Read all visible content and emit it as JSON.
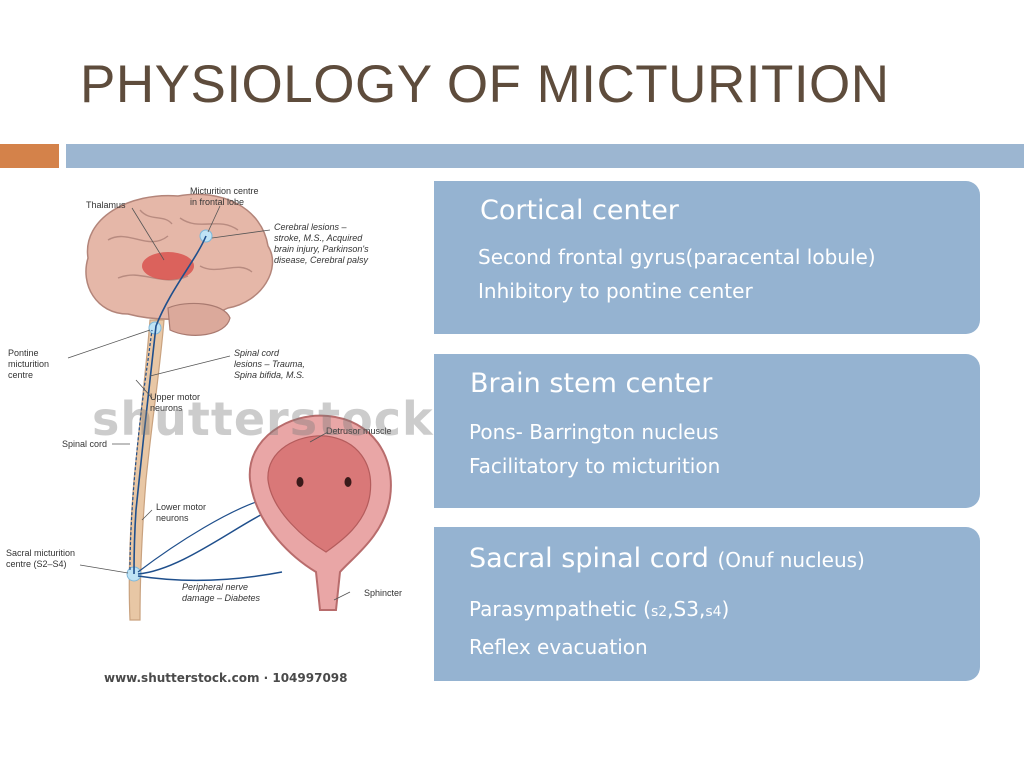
{
  "slide": {
    "title": "PHYSIOLOGY OF MICTURITION",
    "accent_colors": {
      "orange": "#d4824a",
      "blue": "#9cb6d1",
      "box": "#95b3d1",
      "title": "#5e4c3c"
    }
  },
  "figure": {
    "labels": {
      "thalamus": "Thalamus",
      "micturition_centre": "Micturition centre\nin frontal lobe",
      "cerebral_lesions": "Cerebral lesions –\nstroke, M.S., Acquired\nbrain injury, Parkinson's\ndisease, Cerebral palsy",
      "pontine": "Pontine\nmicturition\ncentre",
      "spinal_lesions": "Spinal cord\nlesions – Trauma,\nSpina bifida, M.S.",
      "upper_motor": "Upper motor\nneurons",
      "spinal_cord": "Spinal cord",
      "detrusor": "Detrusor muscle",
      "lower_motor": "Lower motor\nneurons",
      "sacral": "Sacral micturition\ncentre (S2–S4)",
      "peripheral": "Peripheral nerve\ndamage – Diabetes",
      "sphincter": "Sphincter"
    },
    "watermark": "shutterstock",
    "credit": "www.shutterstock.com · 104997098"
  },
  "boxes": {
    "cortical": {
      "heading": "Cortical center",
      "line1": "Second frontal gyrus(paracental lobule)",
      "line2": "Inhibitory  to pontine center"
    },
    "brainstem": {
      "heading": "Brain stem center",
      "line1": "Pons- Barrington nucleus",
      "line2": "Facilitatory to micturition"
    },
    "sacral": {
      "heading": "Sacral spinal cord",
      "heading_note": "(Onuf nucleus)",
      "line1_a": "Parasympathetic (",
      "line1_s2": "s2",
      "line1_comma1": ",",
      "line1_s3": "S3,",
      "line1_s4": "s4",
      "line1_close": ")",
      "line2": "Reflex evacuation"
    }
  }
}
